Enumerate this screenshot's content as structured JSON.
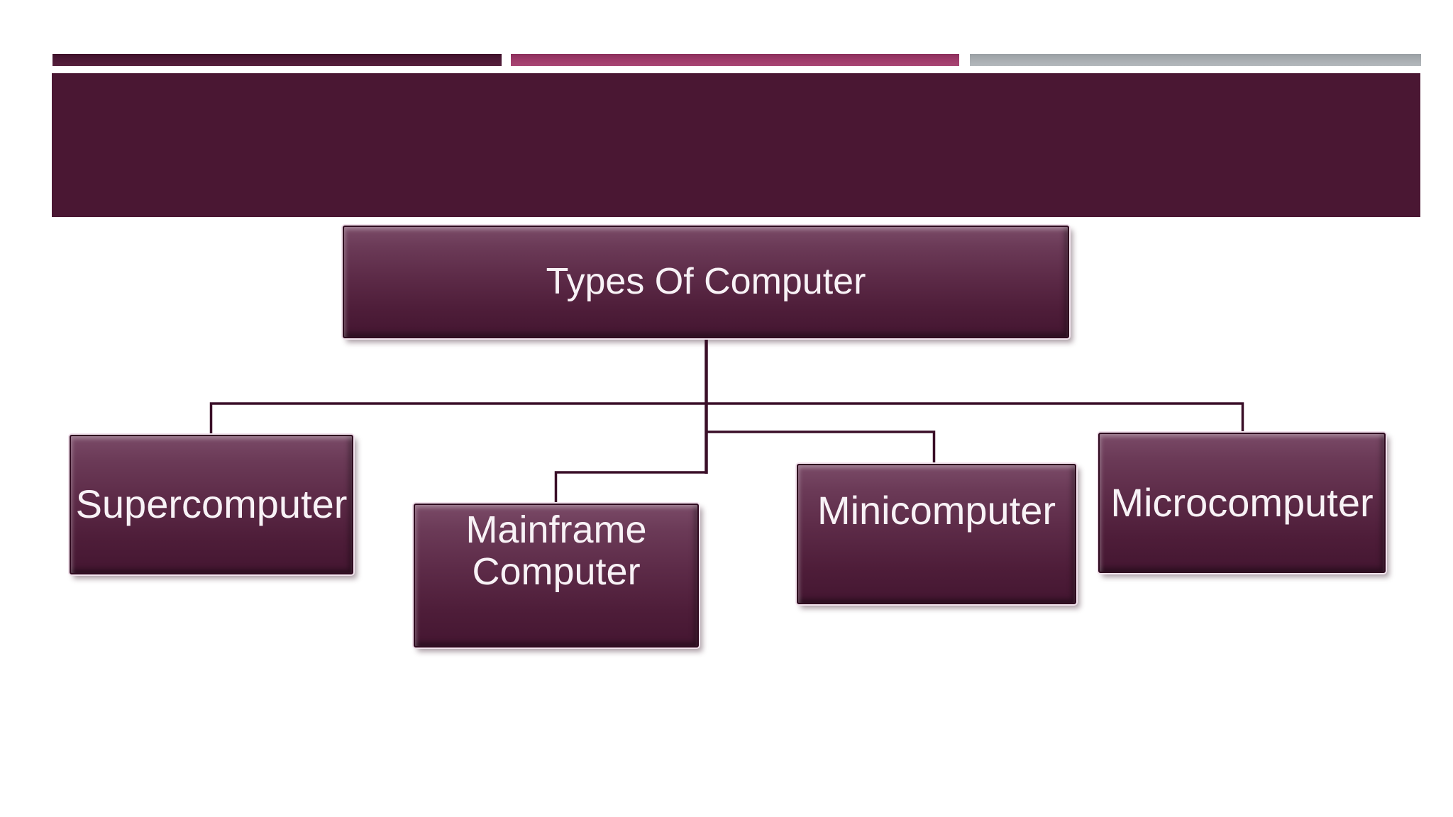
{
  "slide": {
    "type": "presentation-slide",
    "accent_bar_colors": [
      "#4A1734",
      "#9D3A69",
      "#A7ACB0"
    ]
  },
  "colors": {
    "background": "#ffffff",
    "accent1": "#4A1734",
    "accent2": "#9D3A69",
    "accent3": "#A7ACB0",
    "headerBand": "#4A1733",
    "connector": "#3A0F28",
    "nodeTop": "#7a4a67",
    "nodeBottom": "#441631",
    "nodeText": "#f8f2f6",
    "nodeEdge": "#2f0a1f",
    "nodeOutline": "#f3e4ee"
  },
  "diagram": {
    "type": "hierarchy",
    "root_label": "Types Of Computer",
    "children": [
      {
        "label": "Supercomputer"
      },
      {
        "label": "Mainframe Computer"
      },
      {
        "label": "Minicomputer"
      },
      {
        "label": "Microcomputer"
      }
    ]
  }
}
